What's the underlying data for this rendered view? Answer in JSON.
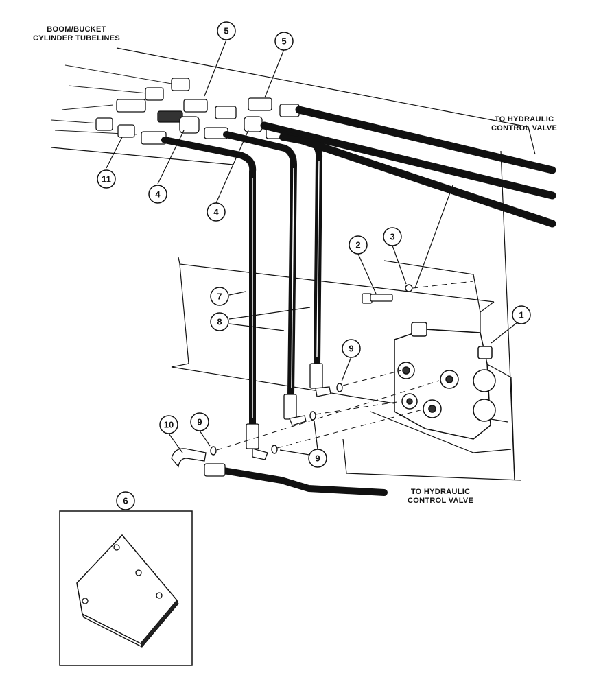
{
  "labels": {
    "top_left_1": "BOOM/BUCKET",
    "top_left_2": "CYLINDER TUBELINES",
    "right_top_1": "TO HYDRAULIC",
    "right_top_2": "CONTROL VALVE",
    "bottom_1": "TO HYDRAULIC",
    "bottom_2": "CONTROL VALVE"
  },
  "callouts": {
    "c1": "1",
    "c2": "2",
    "c3": "3",
    "c4a": "4",
    "c4b": "4",
    "c5a": "5",
    "c5b": "5",
    "c6": "6",
    "c7": "7",
    "c8": "8",
    "c9a": "9",
    "c9b": "9",
    "c9c": "9",
    "c10": "10",
    "c11": "11"
  }
}
